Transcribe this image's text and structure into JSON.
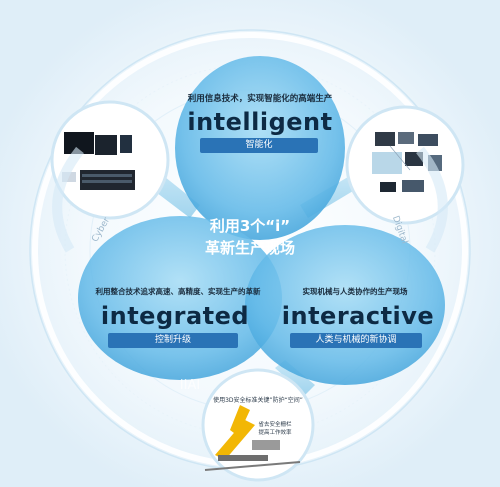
{
  "center_text": {
    "line1": "利用3个“i”",
    "line2": "革新生产现场"
  },
  "top_petal": {
    "subtitle": "利用信息技术，实现智能化的高端生产",
    "title": "intelligent",
    "badge": "智能化"
  },
  "left_petal": {
    "subtitle": "利用整合技术追求高速、高精度、实现生产的革新",
    "title": "integrated",
    "badge": "控制升级"
  },
  "right_petal": {
    "subtitle": "实现机械与人类协作的生产现场",
    "title": "interactive",
    "badge": "人类与机械的新协调"
  },
  "side_labels": {
    "left": "Cyber",
    "right": "Digital"
  },
  "bottom_callout": {
    "line1": "使用3D安全标准关键”防护“空间”",
    "line2": "省去安全栅栏",
    "line3": "提高工作效率"
  },
  "watermark": "IIAI",
  "colors": {
    "petal": "#5fb8e8",
    "petal_light": "#8fd1f2",
    "badge": "#2a73b6",
    "ring": "#d8ecf7"
  }
}
